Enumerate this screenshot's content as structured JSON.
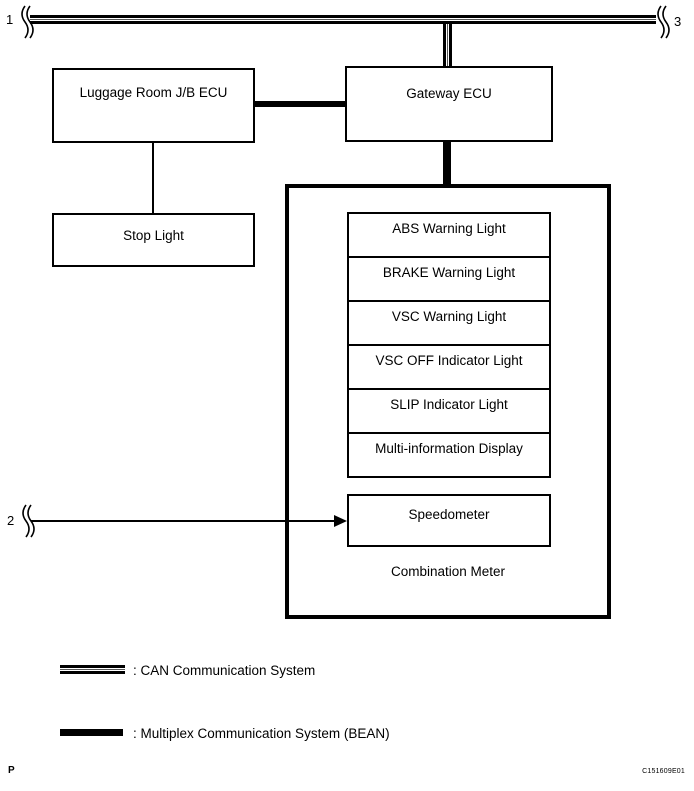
{
  "diagram": {
    "bus_labels": {
      "one": "1",
      "two": "2",
      "three": "3"
    },
    "boxes": {
      "luggage_ecu": "Luggage Room J/B ECU",
      "gateway_ecu": "Gateway ECU",
      "stop_light": "Stop Light",
      "speedometer": "Speedometer",
      "combination_meter": "Combination Meter",
      "indicators": [
        "ABS Warning Light",
        "BRAKE Warning Light",
        "VSC Warning Light",
        "VSC OFF Indicator Light",
        "SLIP Indicator Light",
        "Multi-information Display"
      ]
    },
    "legend": {
      "can": ": CAN Communication System",
      "bean": ": Multiplex Communication System (BEAN)"
    },
    "footer": {
      "page_marker": "P",
      "figure_code": "C151609E01"
    },
    "colors": {
      "line": "#000000",
      "background": "#ffffff"
    }
  }
}
